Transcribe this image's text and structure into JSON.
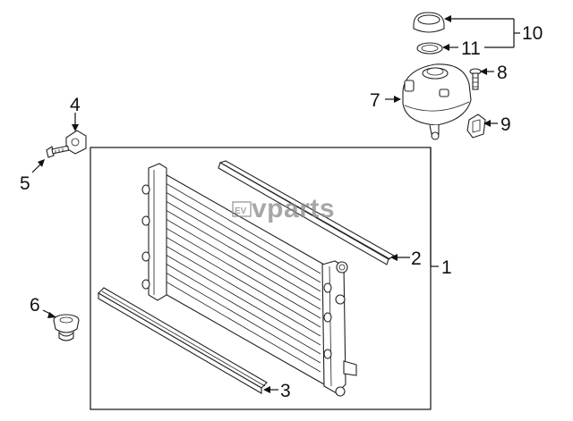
{
  "watermark": {
    "text": "vparts",
    "badge": "EV"
  },
  "callouts": {
    "c1": "1",
    "c2": "2",
    "c3": "3",
    "c4": "4",
    "c5": "5",
    "c6": "6",
    "c7": "7",
    "c8": "8",
    "c9": "9",
    "c10": "10",
    "c11": "11"
  },
  "parts": [
    {
      "id": "1",
      "name": "radiator"
    },
    {
      "id": "2",
      "name": "upper-seal-strip"
    },
    {
      "id": "3",
      "name": "lower-seal-strip"
    },
    {
      "id": "4",
      "name": "mounting-bracket"
    },
    {
      "id": "5",
      "name": "bolt"
    },
    {
      "id": "6",
      "name": "rubber-mount"
    },
    {
      "id": "7",
      "name": "coolant-reservoir"
    },
    {
      "id": "8",
      "name": "screw"
    },
    {
      "id": "9",
      "name": "clip-nut"
    },
    {
      "id": "10",
      "name": "reservoir-cap"
    },
    {
      "id": "11",
      "name": "cap-seal-ring"
    }
  ]
}
